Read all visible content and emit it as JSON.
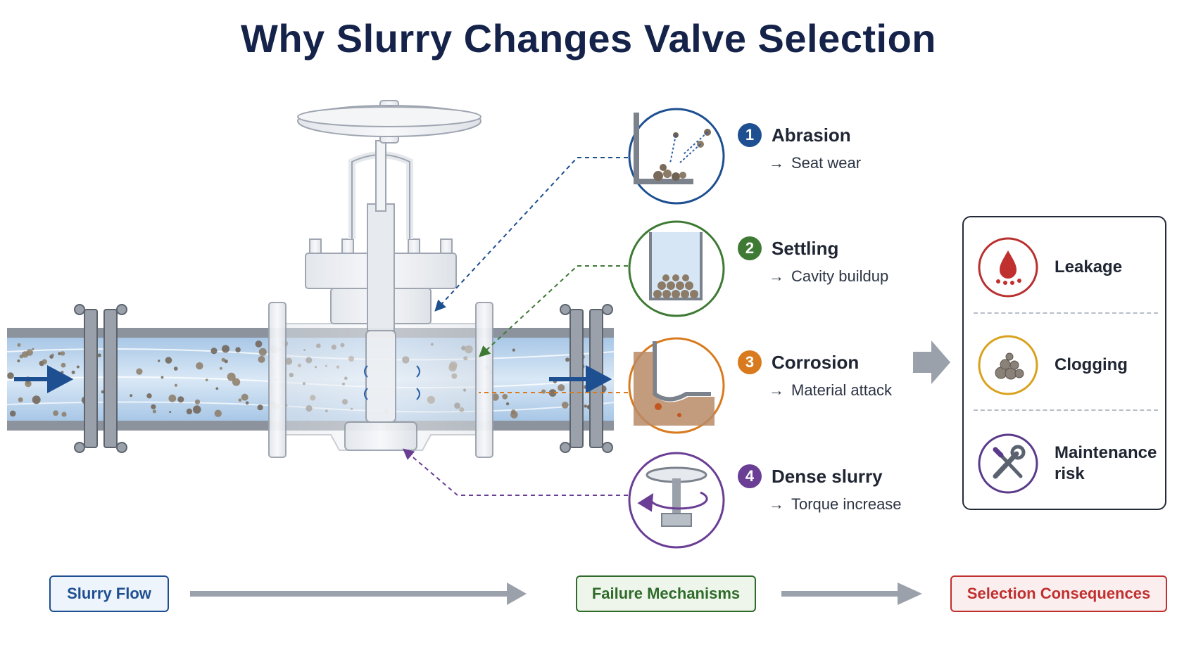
{
  "title": "Why Slurry Changes Valve Selection",
  "mechanisms": [
    {
      "number": "1",
      "name": "Abrasion",
      "effect": "Seat wear",
      "color": "#1d4f91"
    },
    {
      "number": "2",
      "name": "Settling",
      "effect": "Cavity buildup",
      "color": "#3e7a34"
    },
    {
      "number": "3",
      "name": "Corrosion",
      "effect": "Material attack",
      "color": "#d97a1e"
    },
    {
      "number": "4",
      "name": "Dense slurry",
      "effect": "Torque increase",
      "color": "#6a3e94"
    }
  ],
  "effect_arrow": "→",
  "consequences": [
    {
      "label": "Leakage",
      "icon": "droplet-icon",
      "color": "#b8302f"
    },
    {
      "label": "Clogging",
      "icon": "rocks-icon",
      "color": "#d9a21e"
    },
    {
      "label": "Maintenance risk",
      "icon": "wrench-screwdriver-icon",
      "color": "#5a3a8a"
    }
  ],
  "stages": [
    {
      "label": "Slurry Flow",
      "color": "#1d4f91",
      "fill": "#eef4fb"
    },
    {
      "label": "Failure Mechanisms",
      "color": "#2f6b2a",
      "fill": "#eef6ec"
    },
    {
      "label": "Selection Consequences",
      "color": "#c0302f",
      "fill": "#fbeeee"
    }
  ]
}
